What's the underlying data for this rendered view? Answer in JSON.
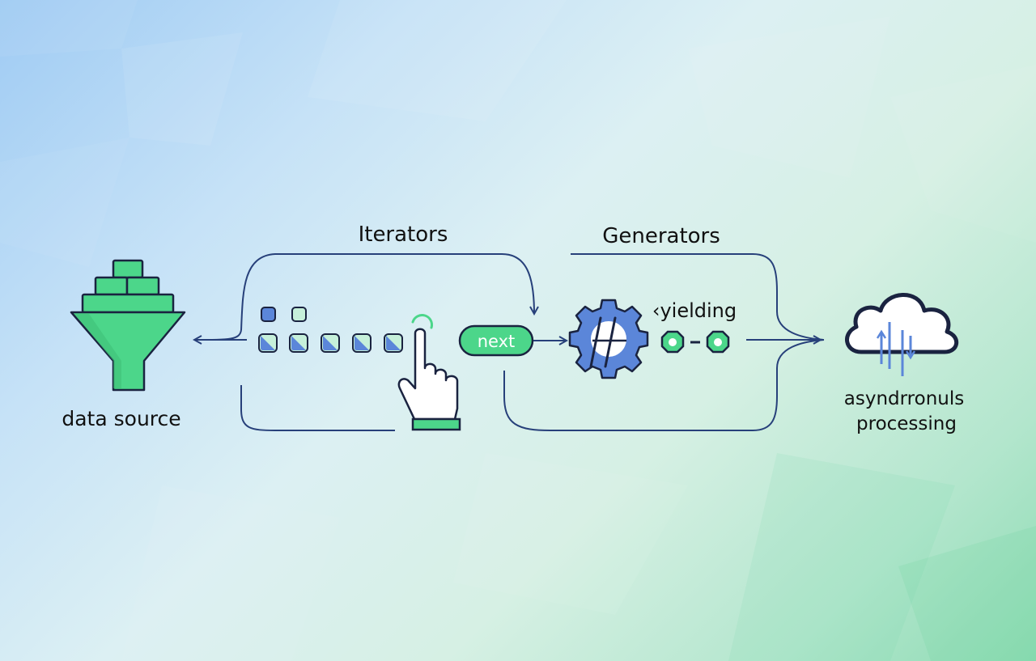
{
  "diagram": {
    "nodes": {
      "data_source": {
        "label": "data source",
        "icon": "funnel-icon"
      },
      "iterators": {
        "label": "Iterators"
      },
      "next": {
        "label": "next"
      },
      "generators": {
        "label": "Generators"
      },
      "yielding": {
        "label": "‹yielding"
      },
      "async": {
        "label_line1": "asyndrronuls",
        "label_line2": "processing",
        "icon": "cloud-icon"
      }
    },
    "iterator_items": {
      "top_row": 2,
      "bottom_row": 5
    },
    "colors": {
      "stroke": "#27407a",
      "outline": "#1a2340",
      "green": "#4cd68a",
      "blue": "#5b86d9",
      "mint": "#c6f0da"
    }
  }
}
